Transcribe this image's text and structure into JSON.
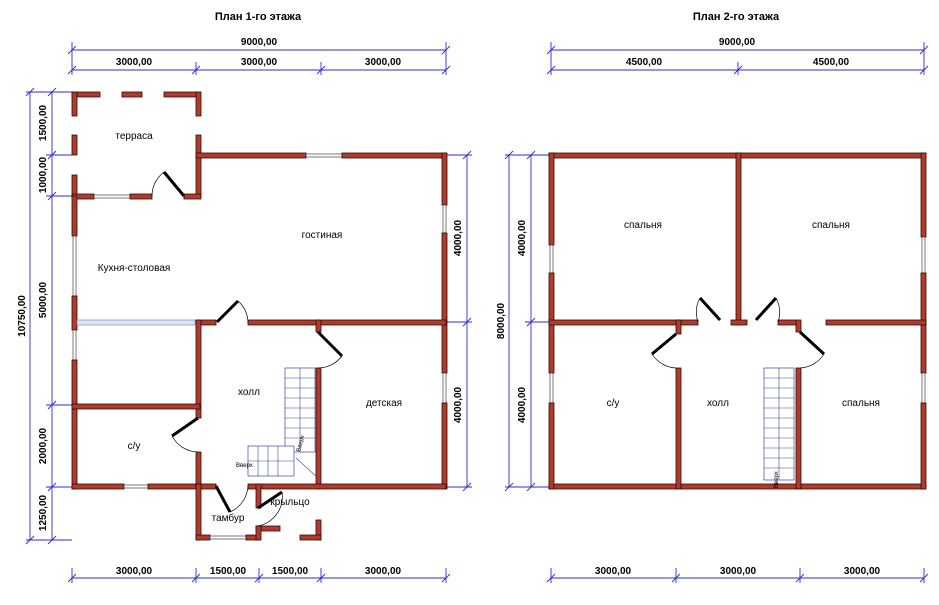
{
  "plan1": {
    "title": "План 1-го этажа",
    "dim_total": "9000,00",
    "dims_top": [
      "3000,00",
      "3000,00",
      "3000,00"
    ],
    "dims_bottom": [
      "3000,00",
      "1500,00",
      "1500,00",
      "3000,00"
    ],
    "dims_left": [
      "1500,00",
      "1000,00",
      "5000,00",
      "2000,00",
      "1250,00"
    ],
    "dim_left_total": "10750,00",
    "dims_right": [
      "4000,00",
      "4000,00"
    ],
    "rooms": {
      "terrace": "терраса",
      "living": "гостиная",
      "kitchen": "Кухня-столовая",
      "hall": "холл",
      "kids": "детская",
      "bath": "с/у",
      "vestibule": "тамбур",
      "porch": "крыльцо"
    },
    "stair_up_1": "Вверх",
    "stair_up_2": "Вверх"
  },
  "plan2": {
    "title": "План 2-го этажа",
    "dim_total": "9000,00",
    "dims_top": [
      "4500,00",
      "4500,00"
    ],
    "dims_bottom": [
      "3000,00",
      "3000,00",
      "3000,00"
    ],
    "dims_left": [
      "4000,00",
      "4000,00"
    ],
    "dim_left_total": "8000,00",
    "rooms": {
      "bedroom1": "спальня",
      "bedroom2": "спальня",
      "bath": "с/у",
      "hall": "холл",
      "bedroom3": "спальня"
    },
    "stair_up": "Вверх"
  },
  "colors": {
    "wall": "#b23a2b",
    "dimension": "#2b2bd6"
  }
}
